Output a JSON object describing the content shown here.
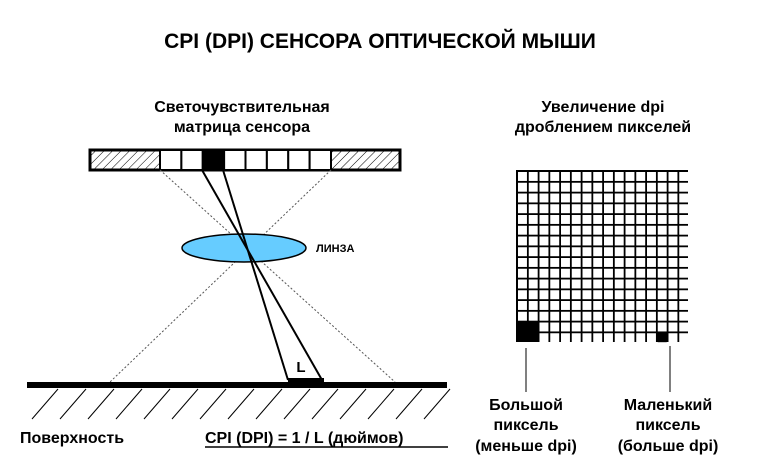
{
  "title": "CPI (DPI) СЕНСОРА ОПТИЧЕСКОЙ МЫШИ",
  "left_panel": {
    "heading_line1": "Светочувствительная",
    "heading_line2": "матрица сенсора",
    "lens_label": "ЛИНЗА",
    "distance_label": "L",
    "surface_label": "Поверхность",
    "formula": "CPI (DPI) = 1 /  L (дюймов)"
  },
  "right_panel": {
    "heading_line1": "Увеличение dpi",
    "heading_line2": "дроблением пикселей",
    "big_pixel_label": [
      "Большой",
      "пиксель",
      "(меньше dpi)"
    ],
    "small_pixel_label": [
      "Маленький",
      "пиксель",
      "(больше dpi)"
    ],
    "grid": {
      "big_pixels_per_side": 8,
      "subdivisions_per_pixel": 2
    }
  },
  "colors": {
    "lens_fill": "#66ccff",
    "ink": "#000000",
    "background": "#ffffff"
  }
}
